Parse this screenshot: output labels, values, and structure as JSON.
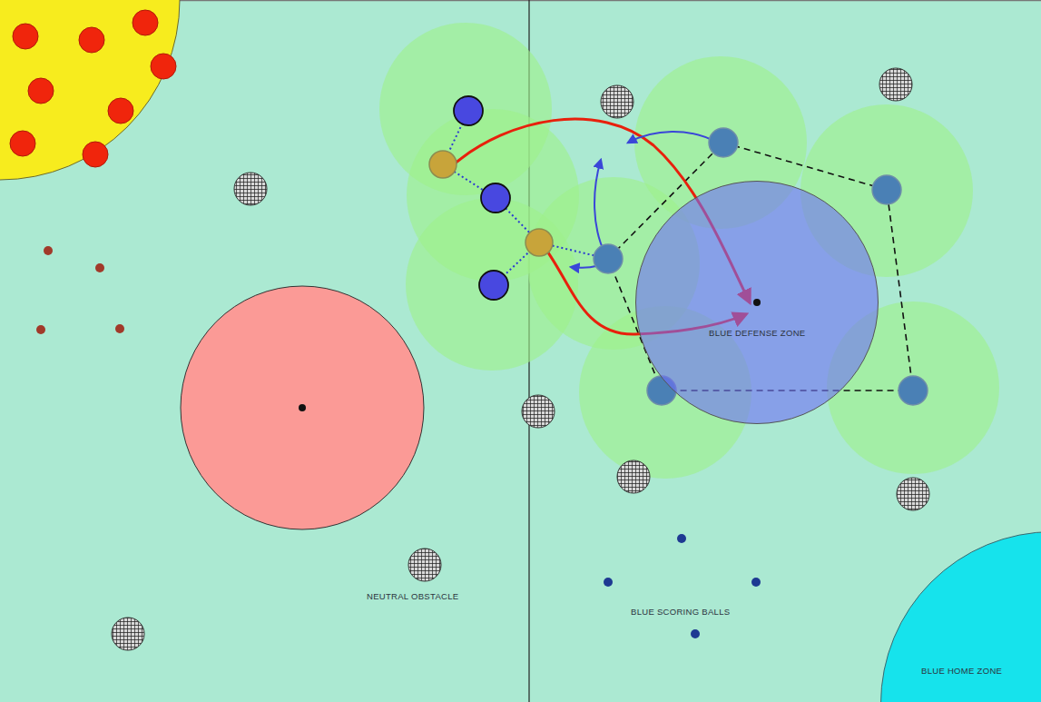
{
  "diagram": {
    "nodes": [
      {
        "text": [
          "BLUE DEFENSE ZONE"
        ]
      },
      {
        "text": [
          "BLUE HOME ZONE"
        ]
      }
    ],
    "labels": [
      "NEUTRAL OBSTACLE",
      "BLUE SCORING BALLS"
    ]
  }
}
